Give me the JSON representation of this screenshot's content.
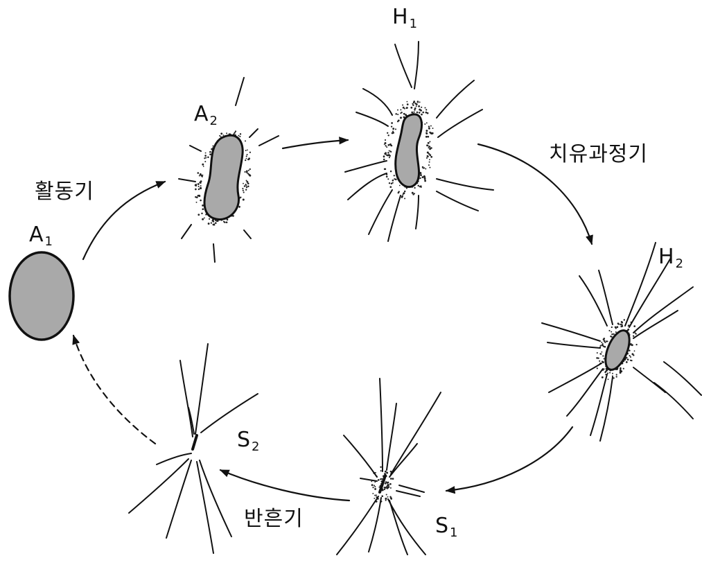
{
  "stages": {
    "a1": {
      "letter": "A",
      "num": "1"
    },
    "a2": {
      "letter": "A",
      "num": "2"
    },
    "h1": {
      "letter": "H",
      "num": "1"
    },
    "h2": {
      "letter": "H",
      "num": "2"
    },
    "s1": {
      "letter": "S",
      "num": "1"
    },
    "s2": {
      "letter": "S",
      "num": "2"
    }
  },
  "phases": {
    "active": "활동기",
    "healing": "치유과정기",
    "scar": "반흔기"
  },
  "colors": {
    "lesion_fill": "#a9a9a9",
    "outline": "#111111",
    "background": "#ffffff"
  }
}
